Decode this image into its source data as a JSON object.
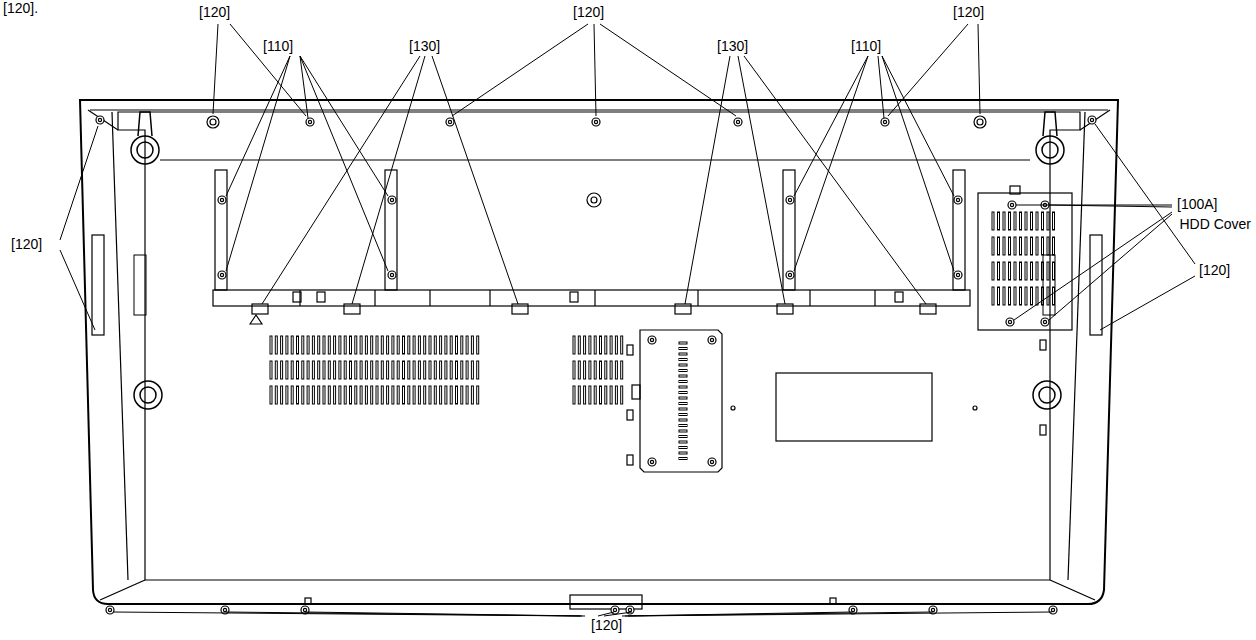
{
  "diagram": {
    "labels": [
      "[120].",
      "[120]",
      "[120]",
      "[120]",
      "[110]",
      "[130]",
      "[130]",
      "[110]",
      "[120]",
      "[100A]",
      "HDD Cover",
      "[120]",
      "[120]"
    ]
  }
}
